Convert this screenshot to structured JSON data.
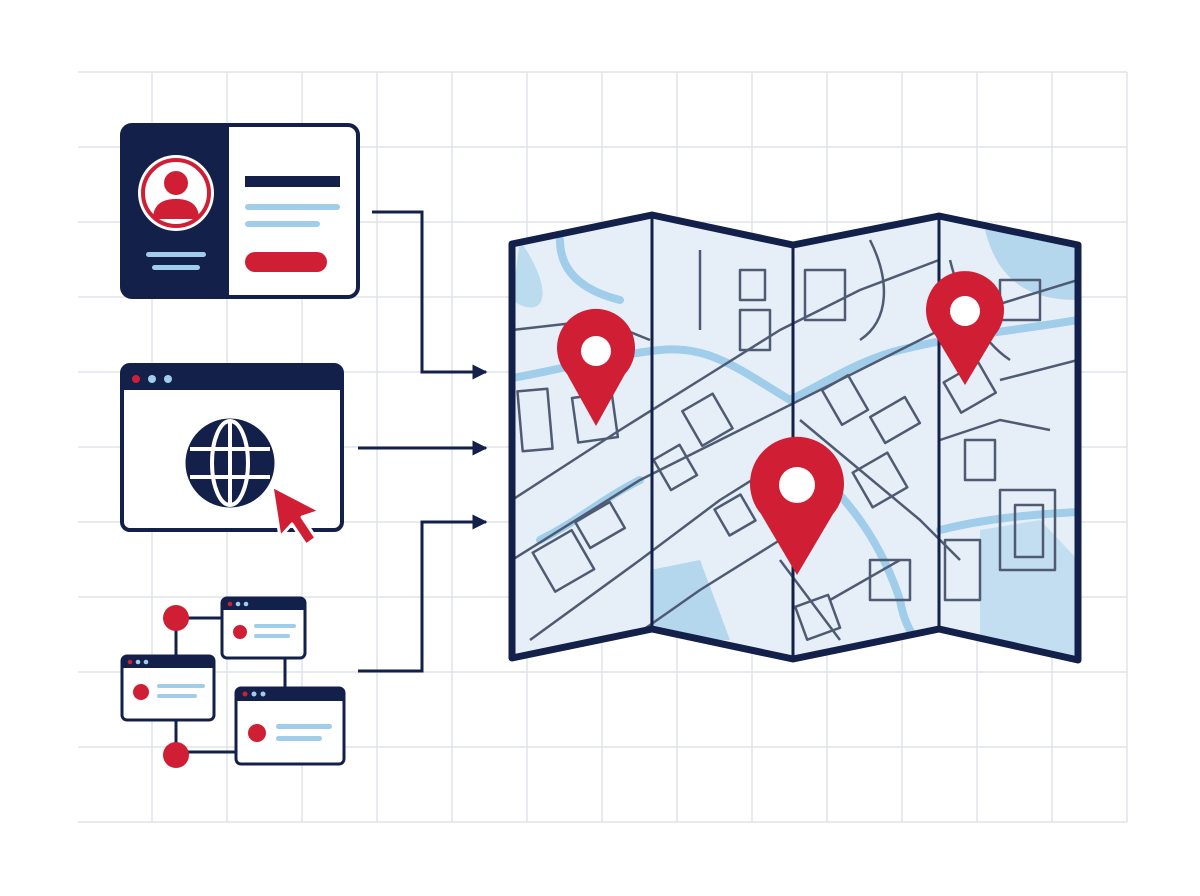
{
  "colors": {
    "navy": "#13204a",
    "red": "#d01f35",
    "light_blue": "#9fcdea",
    "pale_blue": "#e6eff7",
    "map_road": "#4f5b72",
    "grid": "#dfe3ea",
    "background": "#ffffff"
  },
  "sources": [
    {
      "id": "profile-card",
      "icon": "user-icon"
    },
    {
      "id": "web-browser",
      "icon": "globe-icon"
    },
    {
      "id": "linked-pages",
      "icon": "network-icon"
    }
  ],
  "target": {
    "id": "folded-map",
    "icon": "map-icon",
    "pin_count": 3
  }
}
